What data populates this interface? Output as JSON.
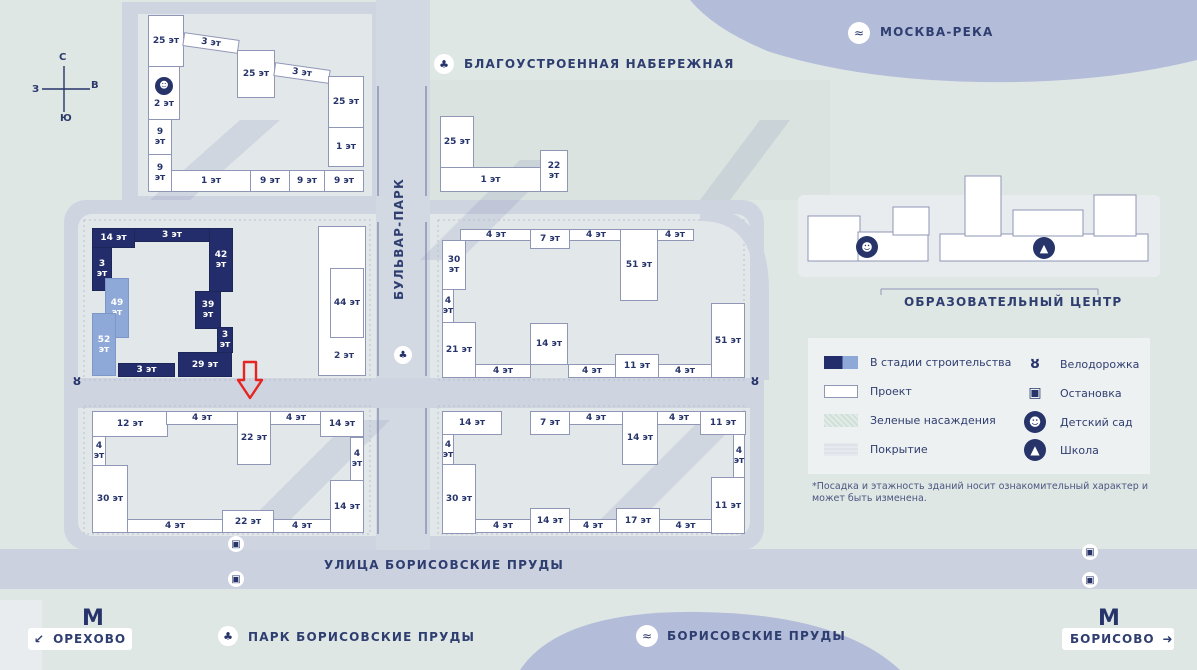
{
  "labels": {
    "river_moskva": "МОСКВА-РЕКА",
    "embankment": "БЛАГОУСТРОЕННАЯ НАБЕРЕЖНАЯ",
    "boulevard": "БУЛЬВАР-ПАРК",
    "education_center": "ОБРАЗОВАТЕЛЬНЫЙ ЦЕНТР",
    "street": "УЛИЦА БОРИСОВСКИЕ ПРУДЫ",
    "park": "ПАРК БОРИСОВСКИЕ ПРУДЫ",
    "ponds": "БОРИСОВСКИЕ ПРУДЫ",
    "metro_left": "ОРЕХОВО",
    "metro_right": "БОРИСОВО",
    "metro_symbol": "M"
  },
  "compass": {
    "n": "С",
    "s": "Ю",
    "w": "З",
    "e": "В"
  },
  "legend": {
    "items": [
      {
        "label": "В стадии строительства",
        "swatch": "construction"
      },
      {
        "label": "Проект",
        "swatch": "project"
      },
      {
        "label": "Зеленые насаждения",
        "swatch": "green"
      },
      {
        "label": "Покрытие",
        "swatch": "cover"
      },
      {
        "label": "Велодорожка",
        "icon": "bicycle-icon"
      },
      {
        "label": "Остановка",
        "icon": "bus-stop-icon"
      },
      {
        "label": "Детский сад",
        "icon": "kindergarten-icon"
      },
      {
        "label": "Школа",
        "icon": "school-icon"
      }
    ],
    "note": "*Посадка и этажность зданий носит ознакомительный характер и может быть изменена."
  },
  "colors": {
    "water": "#b3bcd9",
    "land": "#dfe7e4",
    "road": "#ccd1df",
    "construction_dark": "#232d6b",
    "construction_light": "#8ea8d8",
    "project": "#ffffff",
    "accent_arrow": "#e52521"
  },
  "buildings": {
    "b1": "25 эт",
    "b2": "3 эт",
    "b3": "25 эт",
    "b4": "3 эт",
    "b5": "25 эт",
    "b6": "2 эт",
    "b7": "9 эт",
    "b8": "1 эт",
    "b9": "9 эт",
    "b10": "1 эт",
    "b11": "9 эт",
    "b12": "9 эт",
    "b13": "9 эт",
    "b14": "25 эт",
    "b15": "22 эт",
    "b16": "1 эт",
    "c1": "14 эт",
    "c2": "3 эт",
    "c3": "42 эт",
    "c4": "3 эт",
    "c5": "49 эт",
    "c6": "39 эт",
    "c7": "52 эт",
    "c8": "3 эт",
    "c9": "3 эт",
    "c10": "29 эт",
    "d1": "44 эт",
    "d2": "2 эт",
    "e1": "4 эт",
    "e2": "7 эт",
    "e3": "4 эт",
    "e4": "4 эт",
    "e5": "30 эт",
    "e6": "51 эт",
    "e7": "4 эт",
    "e8": "21 эт",
    "e9": "14 эт",
    "e10": "4 эт",
    "e11": "4 эт",
    "e12": "11 эт",
    "e13": "4 эт",
    "e14": "51 эт",
    "f1": "12 эт",
    "f2": "4 эт",
    "f3": "22 эт",
    "f4": "4 эт",
    "f5": "14 эт",
    "f6": "4 эт",
    "f7": "4 эт",
    "f8": "30 эт",
    "f9": "14 эт",
    "f10": "4 эт",
    "f11": "22 эт",
    "f12": "4 эт",
    "g1": "14 эт",
    "g2": "7 эт",
    "g3": "4 эт",
    "g4": "11 эт",
    "g5": "4 эт",
    "g6": "14 эт",
    "g7": "4 эт",
    "g8": "30 эт",
    "g9": "11 эт",
    "g10": "4 эт",
    "g11": "14 эт",
    "g12": "4 эт",
    "g13": "17 эт",
    "g14": "4 эт"
  }
}
